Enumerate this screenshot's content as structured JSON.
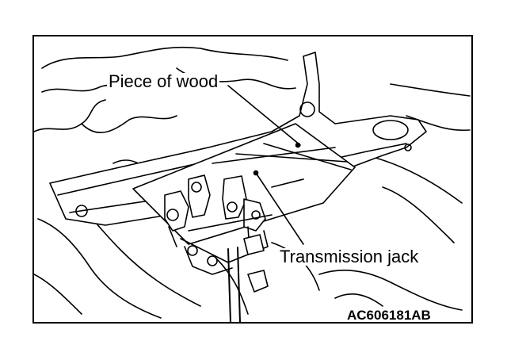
{
  "labels": {
    "piece_of_wood": "Piece of wood",
    "transmission_jack": "Transmission jack",
    "figure_code": "AC606181AB"
  },
  "colors": {
    "ink": "#000000",
    "paper": "#ffffff"
  }
}
